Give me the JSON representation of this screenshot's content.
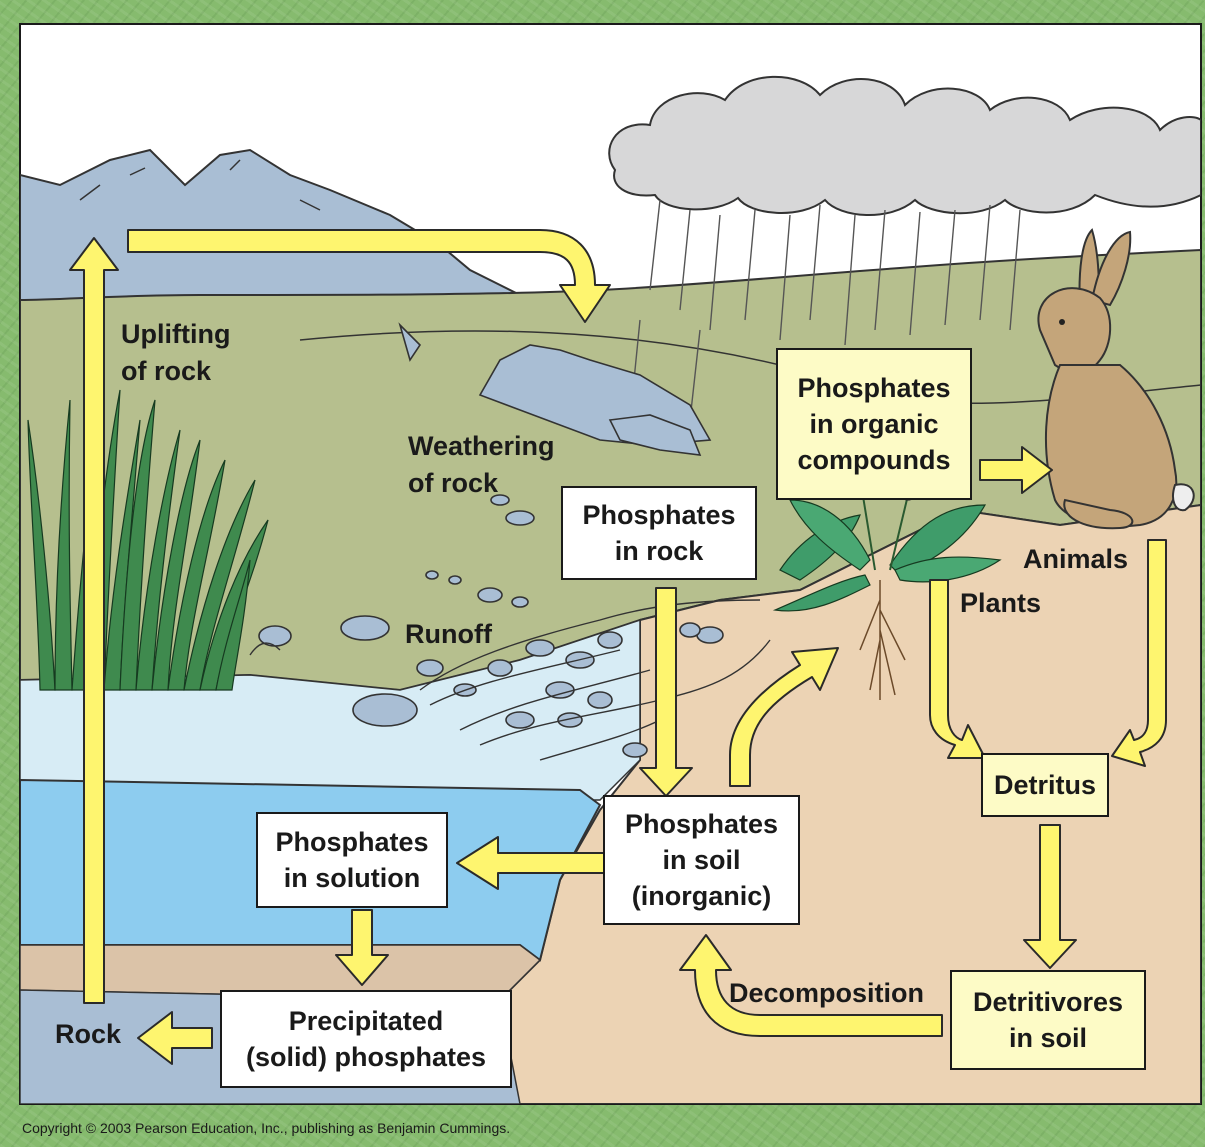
{
  "boxes": {
    "phosphates_in_rock": "Phosphates\nin rock",
    "phosphates_in_organic_compounds": "Phosphates\nin organic\ncompounds",
    "phosphates_in_soil": "Phosphates\nin soil\n(inorganic)",
    "phosphates_in_solution": "Phosphates\nin solution",
    "precipitated_phosphates": "Precipitated\n(solid) phosphates",
    "detritus": "Detritus",
    "detritivores_in_soil": "Detritivores\nin soil"
  },
  "labels": {
    "uplifting": "Uplifting\nof rock",
    "weathering": "Weathering\nof rock",
    "runoff": "Runoff",
    "animals": "Animals",
    "plants": "Plants",
    "decomposition": "Decomposition",
    "rock": "Rock"
  },
  "copyright": "Copyright © 2003 Pearson Education, Inc., publishing as Benjamin Cummings.",
  "colors": {
    "arrow_fill": "#fef56f",
    "arrow_stroke": "#2a2a2a",
    "field": "#b6bf8e",
    "soil": "#ecd3b4",
    "water_deep": "#8dccef",
    "water_shallow": "#d7ecf5",
    "sky": "#ffffff",
    "mountain": "#a9bed4",
    "outer_frame": "#86bb6e"
  },
  "icons": [
    "mountain-icon",
    "cloud-icon",
    "rain-icon",
    "reeds-icon",
    "rabbit-icon",
    "dandelion-icon",
    "rocks-icon",
    "stream-icon"
  ]
}
